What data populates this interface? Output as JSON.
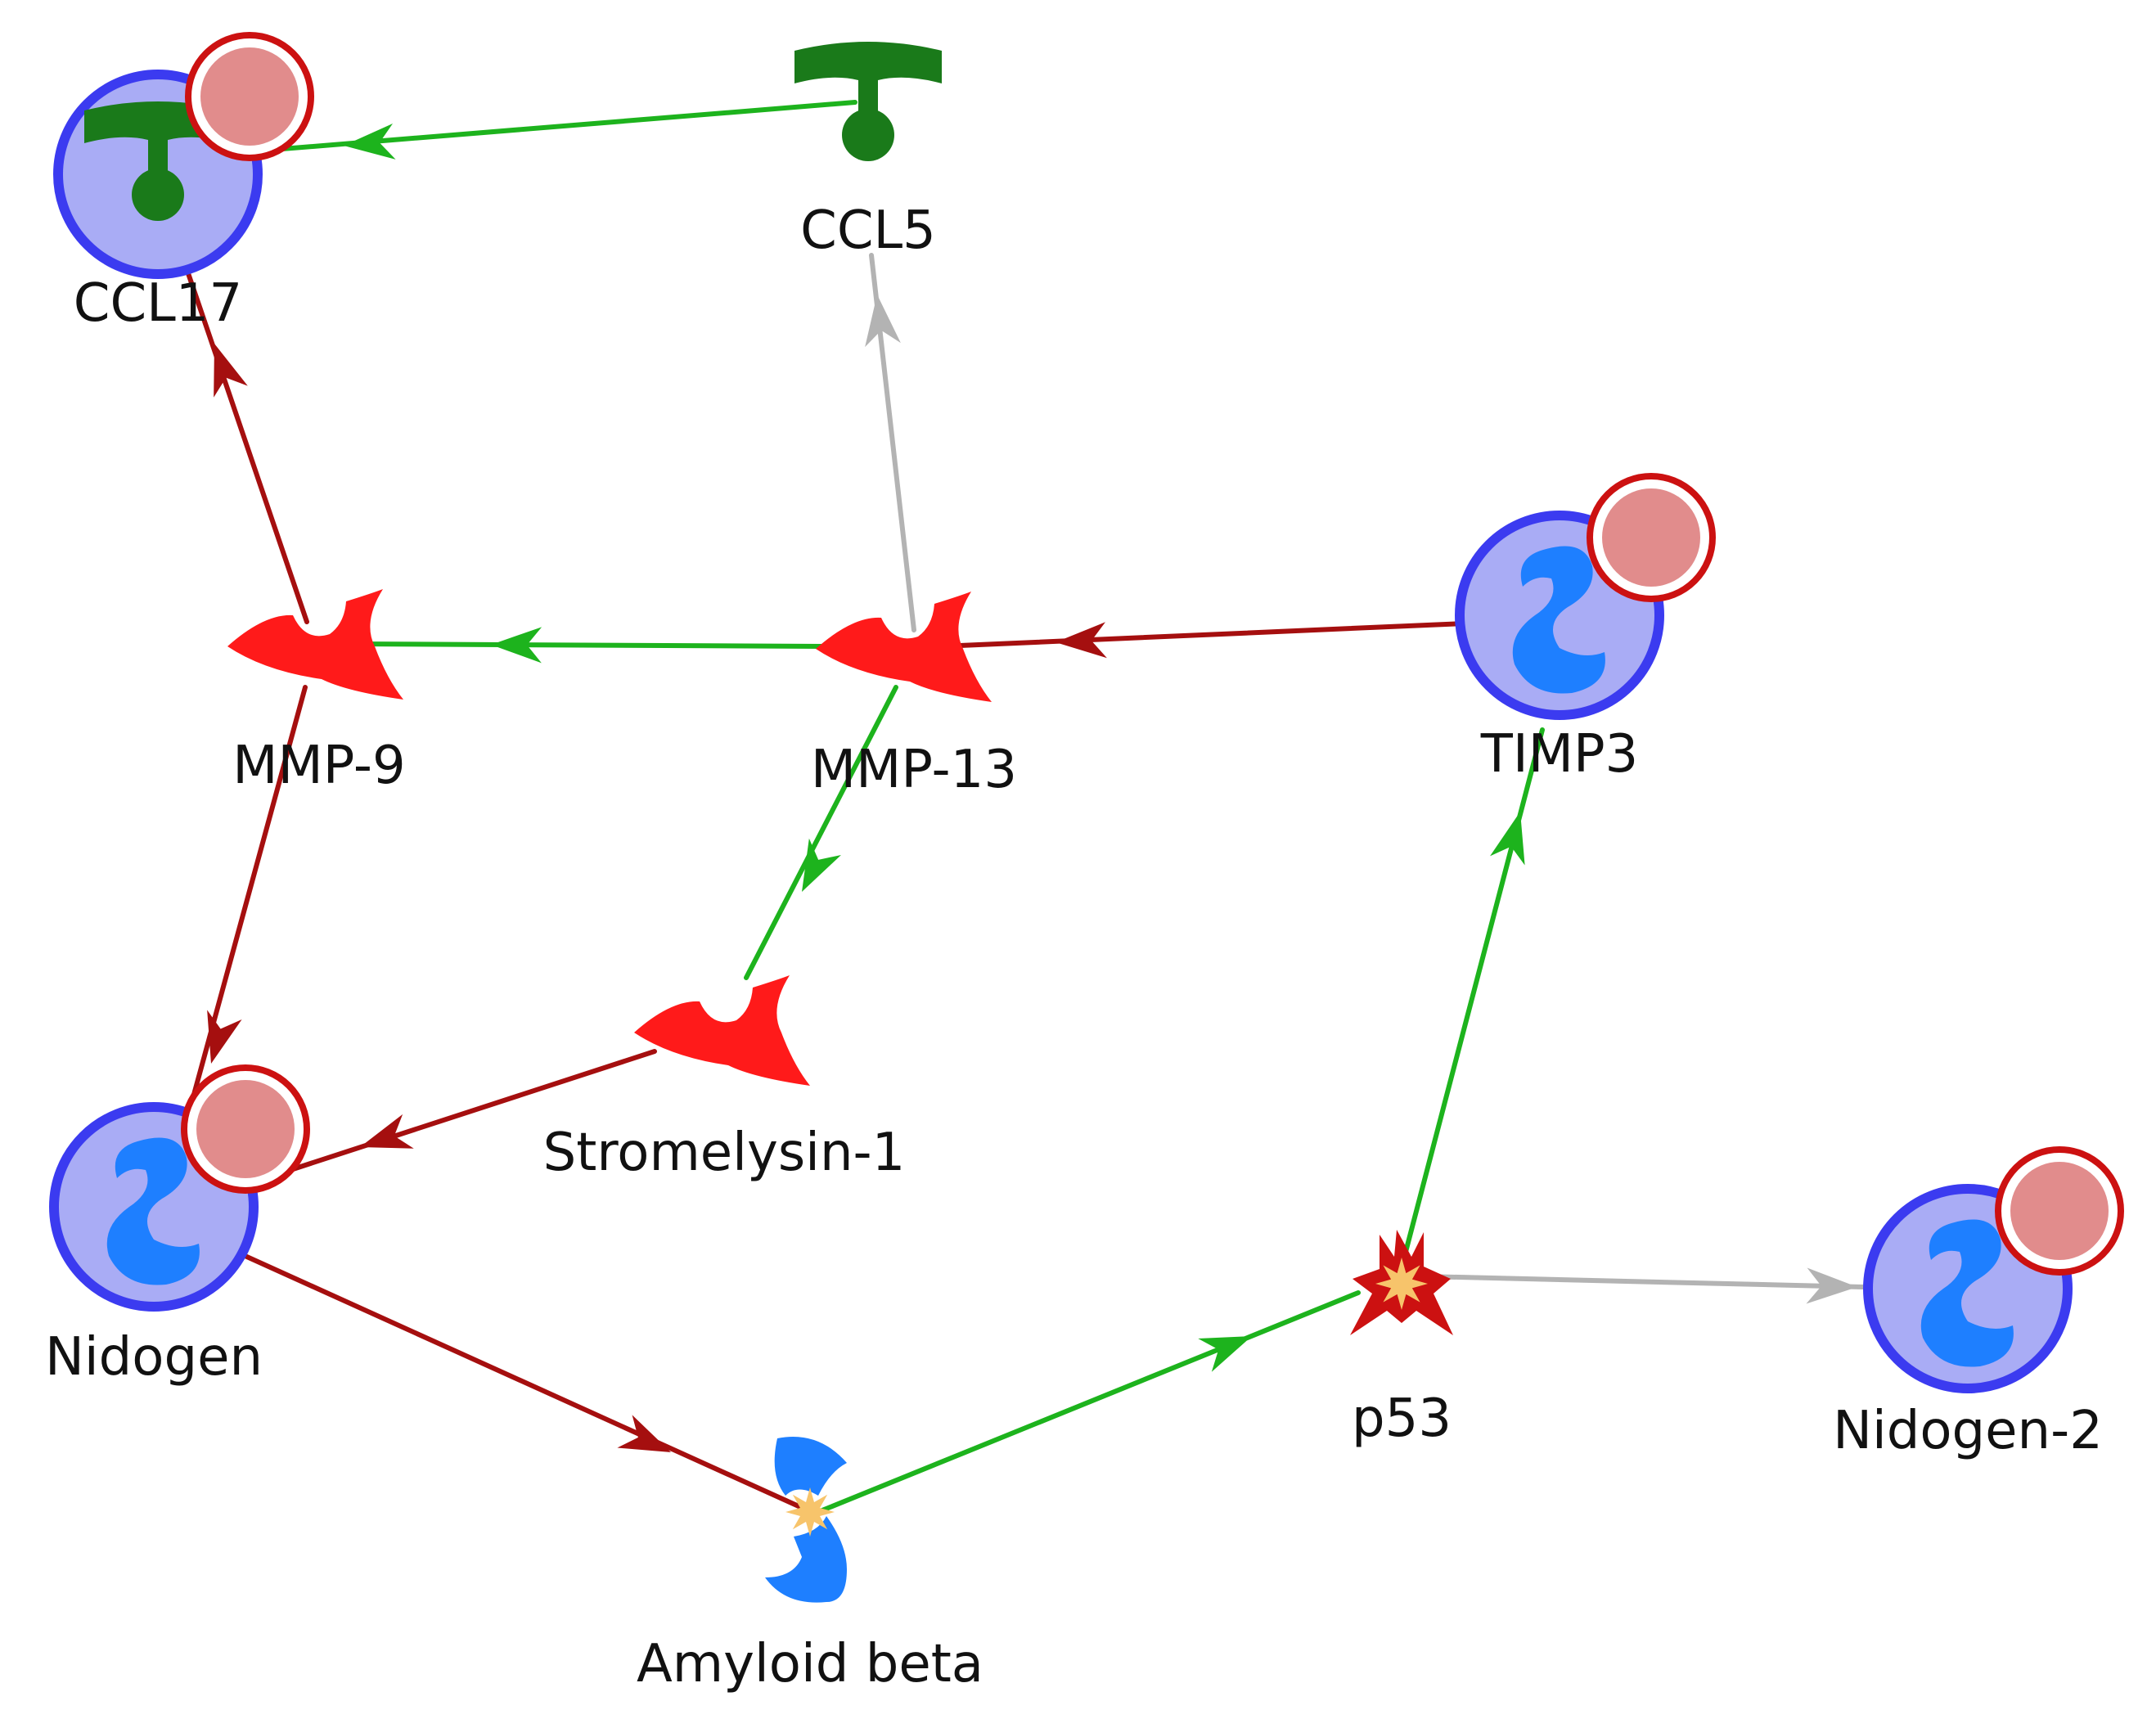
{
  "nodes": [
    {
      "id": "ccl17",
      "label": "CCL17",
      "glyph": "ligand-tee-icon",
      "color": "#1a7a1a",
      "highlighted": true,
      "marked": true
    },
    {
      "id": "ccl5",
      "label": "CCL5",
      "glyph": "ligand-tee-icon",
      "color": "#1a7a1a",
      "highlighted": false,
      "marked": false
    },
    {
      "id": "mmp9",
      "label": "MMP-9",
      "glyph": "protease-icon",
      "color": "#ff1a1a",
      "highlighted": false,
      "marked": false
    },
    {
      "id": "mmp13",
      "label": "MMP-13",
      "glyph": "protease-icon",
      "color": "#ff1a1a",
      "highlighted": false,
      "marked": false
    },
    {
      "id": "timp3",
      "label": "TIMP3",
      "glyph": "generic-protein-icon",
      "color": "#1e7fff",
      "highlighted": true,
      "marked": true
    },
    {
      "id": "stromelysin1",
      "label": "Stromelysin-1",
      "glyph": "protease-icon",
      "color": "#ff1a1a",
      "highlighted": false,
      "marked": false
    },
    {
      "id": "nidogen",
      "label": "Nidogen",
      "glyph": "generic-protein-icon",
      "color": "#1e7fff",
      "highlighted": true,
      "marked": true
    },
    {
      "id": "p53",
      "label": "p53",
      "glyph": "transcription-factor-icon",
      "color": "#cc1111",
      "highlighted": false,
      "marked": false
    },
    {
      "id": "nidogen2",
      "label": "Nidogen-2",
      "glyph": "generic-protein-icon",
      "color": "#1e7fff",
      "highlighted": true,
      "marked": true
    },
    {
      "id": "amyloid_beta",
      "label": "Amyloid beta",
      "glyph": "binding-protein-icon",
      "color": "#1e7fff",
      "highlighted": false,
      "marked": false
    }
  ],
  "edges": [
    {
      "from": "ccl5",
      "to": "ccl17",
      "effect": "activation"
    },
    {
      "from": "mmp13",
      "to": "ccl5",
      "effect": "unspecified"
    },
    {
      "from": "mmp9",
      "to": "ccl17",
      "effect": "inhibition"
    },
    {
      "from": "mmp13",
      "to": "mmp9",
      "effect": "activation"
    },
    {
      "from": "timp3",
      "to": "mmp13",
      "effect": "inhibition"
    },
    {
      "from": "mmp13",
      "to": "stromelysin1",
      "effect": "activation"
    },
    {
      "from": "mmp9",
      "to": "nidogen",
      "effect": "inhibition"
    },
    {
      "from": "stromelysin1",
      "to": "nidogen",
      "effect": "inhibition"
    },
    {
      "from": "nidogen",
      "to": "amyloid_beta",
      "effect": "inhibition"
    },
    {
      "from": "amyloid_beta",
      "to": "p53",
      "effect": "activation"
    },
    {
      "from": "p53",
      "to": "timp3",
      "effect": "activation"
    },
    {
      "from": "p53",
      "to": "nidogen2",
      "effect": "unspecified"
    }
  ],
  "colors": {
    "activation": "#1db31d",
    "inhibition": "#a50f0f",
    "unspecified": "#b3b3b3",
    "highlight_fill": "#a9acf5",
    "highlight_ring": "#3b3bf0",
    "marker_fill": "#de7f7f",
    "marker_ring": "#cc1111",
    "ligand": "#1a7a1a",
    "protease": "#ff1a1a",
    "protein": "#1e7fff",
    "tf": "#cc1111",
    "star": "#f7c46b"
  }
}
